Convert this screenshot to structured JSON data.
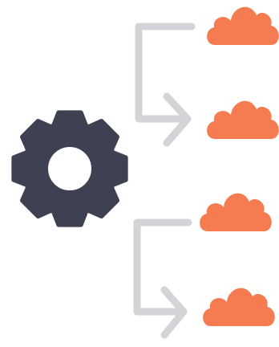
{
  "colors": {
    "gear": "#3d4152",
    "cloud": "#f47c50",
    "connector": "#d3d4d8",
    "background": "#ffffff"
  },
  "icons": {
    "gear": "gear-icon",
    "cloud": "cloud-icon",
    "arrow": "arrow-right-icon"
  },
  "clouds": [
    {
      "name": "cloud-icon-1"
    },
    {
      "name": "cloud-icon-2"
    },
    {
      "name": "cloud-icon-3"
    },
    {
      "name": "cloud-icon-4"
    }
  ],
  "connectors": [
    {
      "name": "connector-top"
    },
    {
      "name": "connector-bottom"
    }
  ]
}
